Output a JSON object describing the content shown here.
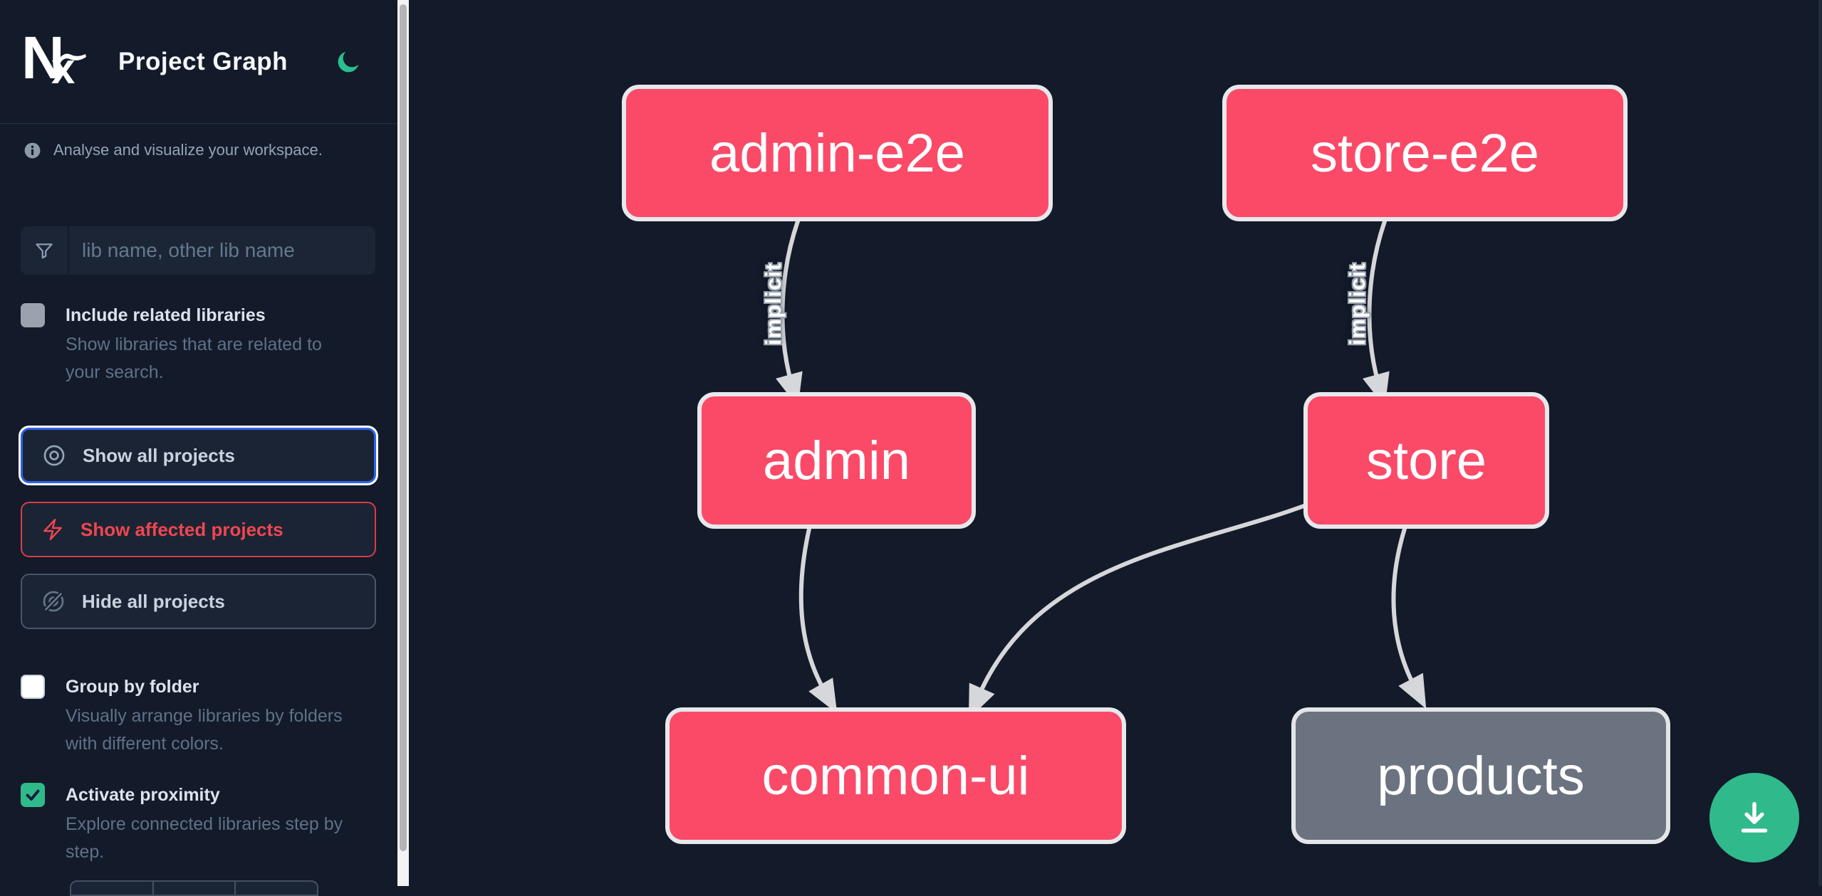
{
  "app": {
    "logo_n": "N",
    "logo_x": "x",
    "title": "Project Graph"
  },
  "colors": {
    "background": "#131a29",
    "accent_green": "#30ba8b",
    "node_affected": "#fa4a68",
    "node_default": "#6b7280",
    "edge": "#d6d7da",
    "focus_blue": "#2e63e9",
    "danger_red": "#ef4650"
  },
  "sidebar": {
    "tagline": "Analyse and visualize your workspace.",
    "search": {
      "placeholder": "lib name, other lib name",
      "value": ""
    },
    "toggles": [
      {
        "label": "Include related libraries",
        "description": "Show libraries that are related to your search.",
        "checked": false
      },
      {
        "label": "Group by folder",
        "description": "Visually arrange libraries by folders with different colors.",
        "checked": false
      },
      {
        "label": "Activate proximity",
        "description": "Explore connected libraries step by step.",
        "checked": true
      }
    ],
    "actions": [
      {
        "label": "Show all projects",
        "icon": "eye-icon",
        "state": "focused"
      },
      {
        "label": "Show affected projects",
        "icon": "bolt-icon",
        "state": "danger"
      },
      {
        "label": "Hide all projects",
        "icon": "eye-off-icon",
        "state": "default"
      }
    ]
  },
  "graph": {
    "nodes": [
      {
        "id": "admin-e2e",
        "label": "admin-e2e",
        "kind": "affected"
      },
      {
        "id": "store-e2e",
        "label": "store-e2e",
        "kind": "affected"
      },
      {
        "id": "admin",
        "label": "admin",
        "kind": "affected"
      },
      {
        "id": "store",
        "label": "store",
        "kind": "affected"
      },
      {
        "id": "common-ui",
        "label": "common-ui",
        "kind": "affected"
      },
      {
        "id": "products",
        "label": "products",
        "kind": "default"
      }
    ],
    "edges": [
      {
        "source": "admin-e2e",
        "target": "admin",
        "label": "implicit",
        "type": "implicit"
      },
      {
        "source": "store-e2e",
        "target": "store",
        "label": "implicit",
        "type": "implicit"
      },
      {
        "source": "admin",
        "target": "common-ui",
        "label": "",
        "type": "static"
      },
      {
        "source": "store",
        "target": "common-ui",
        "label": "",
        "type": "static"
      },
      {
        "source": "store",
        "target": "products",
        "label": "",
        "type": "static"
      }
    ]
  }
}
